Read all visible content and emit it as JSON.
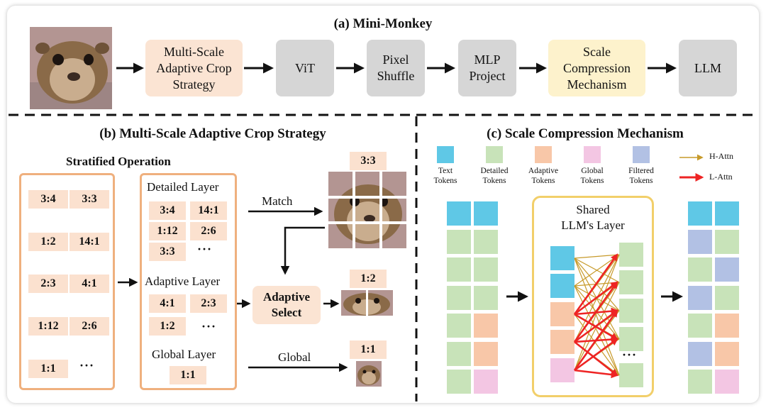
{
  "top": {
    "title": "(a) Mini-Monkey",
    "stages": [
      {
        "lines": [
          "Multi-Scale",
          "Adaptive Crop",
          "Strategy"
        ],
        "fill": "#fbe4d3"
      },
      {
        "lines": [
          "ViT"
        ],
        "fill": "#d6d6d6"
      },
      {
        "lines": [
          "Pixel",
          "Shuffle"
        ],
        "fill": "#d6d6d6"
      },
      {
        "lines": [
          "MLP",
          "Project"
        ],
        "fill": "#d6d6d6"
      },
      {
        "lines": [
          "Scale",
          "Compression",
          "Mechanism"
        ],
        "fill": "#fdf2cc"
      },
      {
        "lines": [
          "LLM"
        ],
        "fill": "#d6d6d6"
      }
    ]
  },
  "left": {
    "title": "(b) Multi-Scale Adaptive Crop Strategy",
    "stratified_title": "Stratified Operation",
    "stratified_ratios": [
      "3:4",
      "3:3",
      "1:2",
      "14:1",
      "2:3",
      "4:1",
      "1:12",
      "2:6",
      "1:1"
    ],
    "stratified_ellipsis": "···",
    "detailed": {
      "label": "Detailed Layer",
      "ratios": [
        "3:4",
        "14:1",
        "1:12",
        "2:6",
        "3:3"
      ],
      "ellipsis": "···"
    },
    "adaptive": {
      "label": "Adaptive Layer",
      "ratios": [
        "4:1",
        "2:3",
        "1:2"
      ],
      "ellipsis": "···"
    },
    "global": {
      "label": "Global Layer",
      "ratios": [
        "1:1"
      ]
    },
    "match_label": "Match",
    "global_label": "Global",
    "select_lines": [
      "Adaptive",
      "Select"
    ],
    "result_33": "3:3",
    "result_12": "1:2",
    "result_11": "1:1"
  },
  "right": {
    "title": "(c) Scale Compression Mechanism",
    "legend": [
      {
        "lines": [
          "Text",
          "Tokens"
        ],
        "color": "#5fc8e6"
      },
      {
        "lines": [
          "Detailed",
          "Tokens"
        ],
        "color": "#c8e3b9"
      },
      {
        "lines": [
          "Adaptive",
          "Tokens"
        ],
        "color": "#f8c7a8"
      },
      {
        "lines": [
          "Global",
          "Tokens"
        ],
        "color": "#f3c6e3"
      },
      {
        "lines": [
          "Filtered",
          "Tokens"
        ],
        "color": "#b2c1e4"
      }
    ],
    "h_attn": "H-Attn",
    "l_attn": "L-Attn",
    "shared_lines": [
      "Shared",
      "LLM's Layer"
    ],
    "ellipsis": "···",
    "colors": {
      "h_attn": "#c79a2a",
      "l_attn": "#ee2424"
    }
  }
}
